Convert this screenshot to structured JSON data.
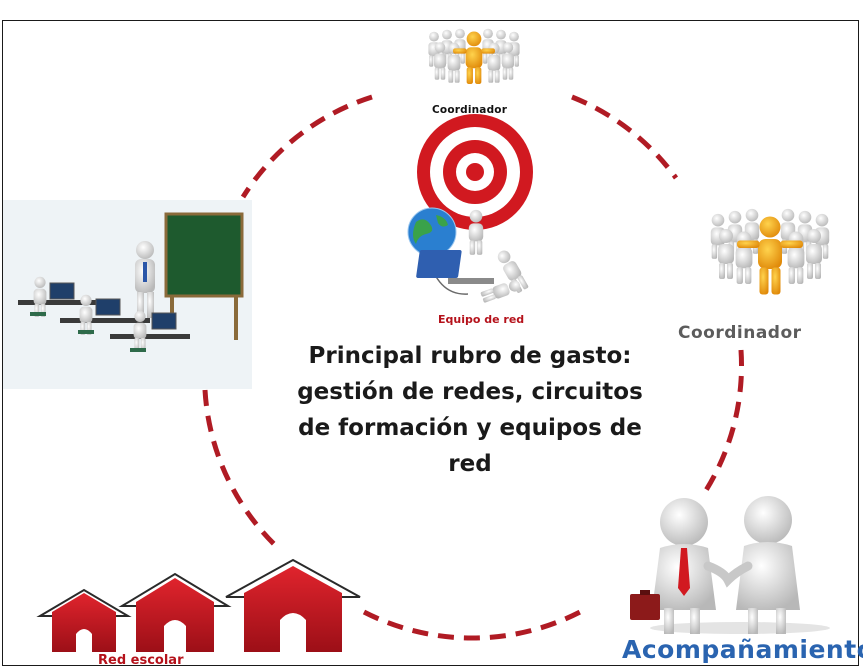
{
  "center_text": {
    "line1": "Principal rubro de gasto:",
    "line2": "gestión de redes, circuitos",
    "line3": "de formación y equipos de",
    "line4": "red"
  },
  "labels": {
    "coordinador_top": "Coordinador",
    "equipo_de_red": "Equipo de red",
    "coordinador_right": "Coordinador",
    "red_escolar": "Red escolar",
    "acompanamiento": "Acompañamiento"
  },
  "icons": {
    "team_top": "team-leader-icon",
    "target": "target-icon",
    "network_team": "network-team-icon",
    "team_right": "team-leader-icon",
    "classroom": "classroom-icon",
    "houses": "school-houses-icon",
    "handshake": "handshake-icon"
  },
  "colors": {
    "dashed_circle": "#b01b24",
    "leader": "#f2a516",
    "people": "#d8d8d8",
    "target_red": "#d11920",
    "house_red": "#c0151f",
    "acompanamiento_blue": "#2a64b0",
    "chalkboard_green": "#1e5a2e"
  }
}
